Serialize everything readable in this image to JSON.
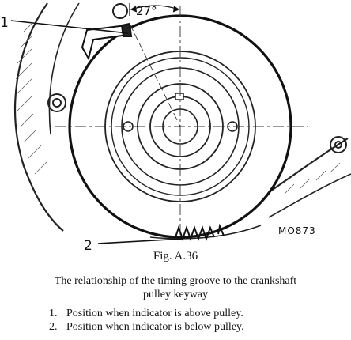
{
  "diagram": {
    "angle_label": "27°",
    "callout_1": "1",
    "callout_2": "2",
    "part_code": "MO873"
  },
  "caption": {
    "figure_number": "Fig. A.36",
    "title_line1": "The relationship of the timing groove to the crankshaft",
    "title_line2": "pulley keyway"
  },
  "legend": [
    {
      "num": "1.",
      "text": "Position when indicator is above pulley."
    },
    {
      "num": "2.",
      "text": "Position when indicator is below pulley."
    }
  ]
}
